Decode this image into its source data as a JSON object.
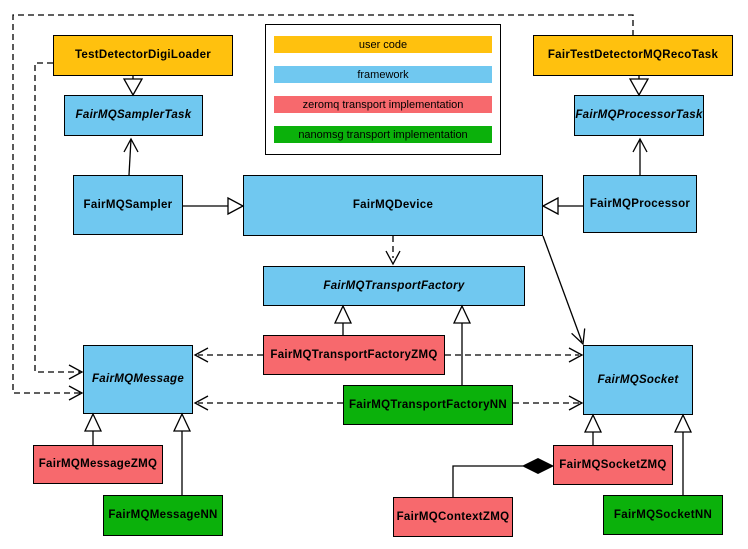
{
  "legend": {
    "items": [
      {
        "label": "user code",
        "color": "#FFC10E"
      },
      {
        "label": "framework",
        "color": "#70C8F0"
      },
      {
        "label": "zeromq transport implementation",
        "color": "#F7696D"
      },
      {
        "label": "nanomsg transport implementation",
        "color": "#0BB10B"
      }
    ]
  },
  "nodes": {
    "digi_loader": {
      "label": "TestDetectorDigiLoader",
      "category": "user code",
      "color": "#FFC10E",
      "abstract": false
    },
    "reco_task": {
      "label": "FairTestDetectorMQRecoTask",
      "category": "user code",
      "color": "#FFC10E",
      "abstract": false
    },
    "sampler_task": {
      "label": "FairMQSamplerTask",
      "category": "framework",
      "color": "#70C8F0",
      "abstract": true
    },
    "processor_task": {
      "label": "FairMQProcessorTask",
      "category": "framework",
      "color": "#70C8F0",
      "abstract": true
    },
    "sampler": {
      "label": "FairMQSampler",
      "category": "framework",
      "color": "#70C8F0",
      "abstract": false
    },
    "device": {
      "label": "FairMQDevice",
      "category": "framework",
      "color": "#70C8F0",
      "abstract": false
    },
    "processor": {
      "label": "FairMQProcessor",
      "category": "framework",
      "color": "#70C8F0",
      "abstract": false
    },
    "transport_factory": {
      "label": "FairMQTransportFactory",
      "category": "framework",
      "color": "#70C8F0",
      "abstract": true
    },
    "transport_factory_zmq": {
      "label": "FairMQTransportFactoryZMQ",
      "category": "zeromq",
      "color": "#F7696D",
      "abstract": false
    },
    "transport_factory_nn": {
      "label": "FairMQTransportFactoryNN",
      "category": "nanomsg",
      "color": "#0BB10B",
      "abstract": false
    },
    "message": {
      "label": "FairMQMessage",
      "category": "framework",
      "color": "#70C8F0",
      "abstract": true
    },
    "socket": {
      "label": "FairMQSocket",
      "category": "framework",
      "color": "#70C8F0",
      "abstract": true
    },
    "message_zmq": {
      "label": "FairMQMessageZMQ",
      "category": "zeromq",
      "color": "#F7696D",
      "abstract": false
    },
    "message_nn": {
      "label": "FairMQMessageNN",
      "category": "nanomsg",
      "color": "#0BB10B",
      "abstract": false
    },
    "context_zmq": {
      "label": "FairMQContextZMQ",
      "category": "zeromq",
      "color": "#F7696D",
      "abstract": false
    },
    "socket_zmq": {
      "label": "FairMQSocketZMQ",
      "category": "zeromq",
      "color": "#F7696D",
      "abstract": false
    },
    "socket_nn": {
      "label": "FairMQSocketNN",
      "category": "nanomsg",
      "color": "#0BB10B",
      "abstract": false
    }
  },
  "edges": [
    {
      "from": "TestDetectorDigiLoader",
      "to": "FairMQSamplerTask",
      "type": "inheritance"
    },
    {
      "from": "FairTestDetectorMQRecoTask",
      "to": "FairMQProcessorTask",
      "type": "inheritance"
    },
    {
      "from": "FairMQSampler",
      "to": "FairMQSamplerTask",
      "type": "association"
    },
    {
      "from": "FairMQProcessor",
      "to": "FairMQProcessorTask",
      "type": "association"
    },
    {
      "from": "FairMQSampler",
      "to": "FairMQDevice",
      "type": "inheritance"
    },
    {
      "from": "FairMQProcessor",
      "to": "FairMQDevice",
      "type": "inheritance"
    },
    {
      "from": "FairMQDevice",
      "to": "FairMQTransportFactory",
      "type": "dependency"
    },
    {
      "from": "FairMQDevice",
      "to": "FairMQSocket",
      "type": "association"
    },
    {
      "from": "FairMQTransportFactoryZMQ",
      "to": "FairMQTransportFactory",
      "type": "inheritance"
    },
    {
      "from": "FairMQTransportFactoryNN",
      "to": "FairMQTransportFactory",
      "type": "inheritance"
    },
    {
      "from": "FairMQTransportFactoryZMQ",
      "to": "FairMQMessage",
      "type": "dependency"
    },
    {
      "from": "FairMQTransportFactoryZMQ",
      "to": "FairMQSocket",
      "type": "dependency"
    },
    {
      "from": "FairMQTransportFactoryNN",
      "to": "FairMQMessage",
      "type": "dependency"
    },
    {
      "from": "FairMQTransportFactoryNN",
      "to": "FairMQSocket",
      "type": "dependency"
    },
    {
      "from": "TestDetectorDigiLoader",
      "to": "FairMQMessage",
      "type": "dependency"
    },
    {
      "from": "FairTestDetectorMQRecoTask",
      "to": "FairMQMessage",
      "type": "dependency"
    },
    {
      "from": "FairMQMessageZMQ",
      "to": "FairMQMessage",
      "type": "inheritance"
    },
    {
      "from": "FairMQMessageNN",
      "to": "FairMQMessage",
      "type": "inheritance"
    },
    {
      "from": "FairMQSocketZMQ",
      "to": "FairMQSocket",
      "type": "inheritance"
    },
    {
      "from": "FairMQSocketNN",
      "to": "FairMQSocket",
      "type": "inheritance"
    },
    {
      "from": "FairMQContextZMQ",
      "to": "FairMQSocketZMQ",
      "type": "composition"
    }
  ]
}
